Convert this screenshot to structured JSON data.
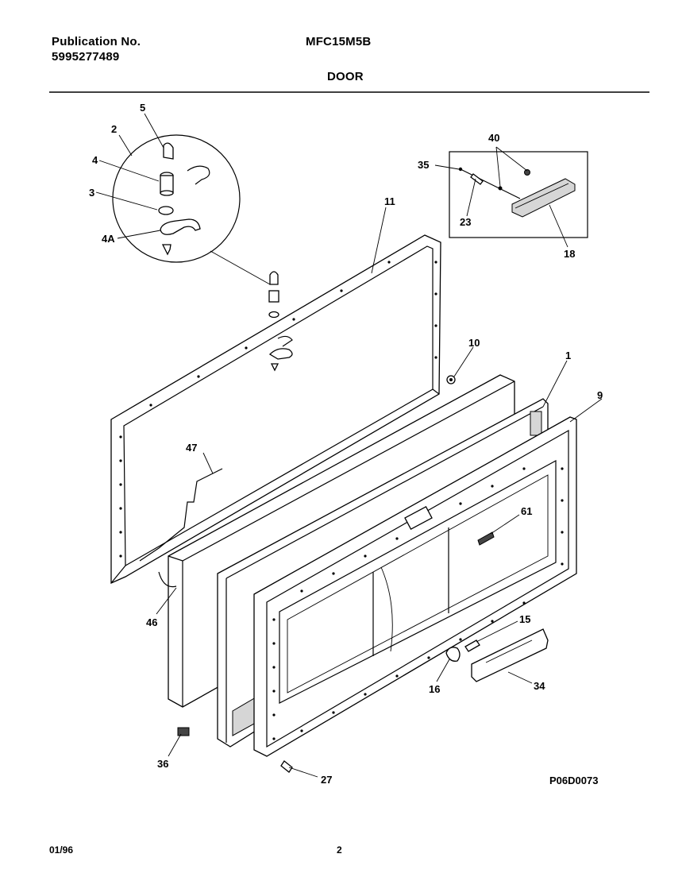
{
  "header": {
    "publication_label": "Publication No.",
    "publication_number": "5995277489",
    "model": "MFC15M5B",
    "section_title": "DOOR"
  },
  "diagram": {
    "drawing_code": "P06D0073",
    "callouts": [
      "5",
      "2",
      "4",
      "3",
      "4A",
      "11",
      "40",
      "35",
      "23",
      "18",
      "10",
      "1",
      "9",
      "47",
      "61",
      "46",
      "15",
      "16",
      "34",
      "36",
      "27"
    ]
  },
  "footer": {
    "date": "01/96",
    "page_number": "2"
  }
}
